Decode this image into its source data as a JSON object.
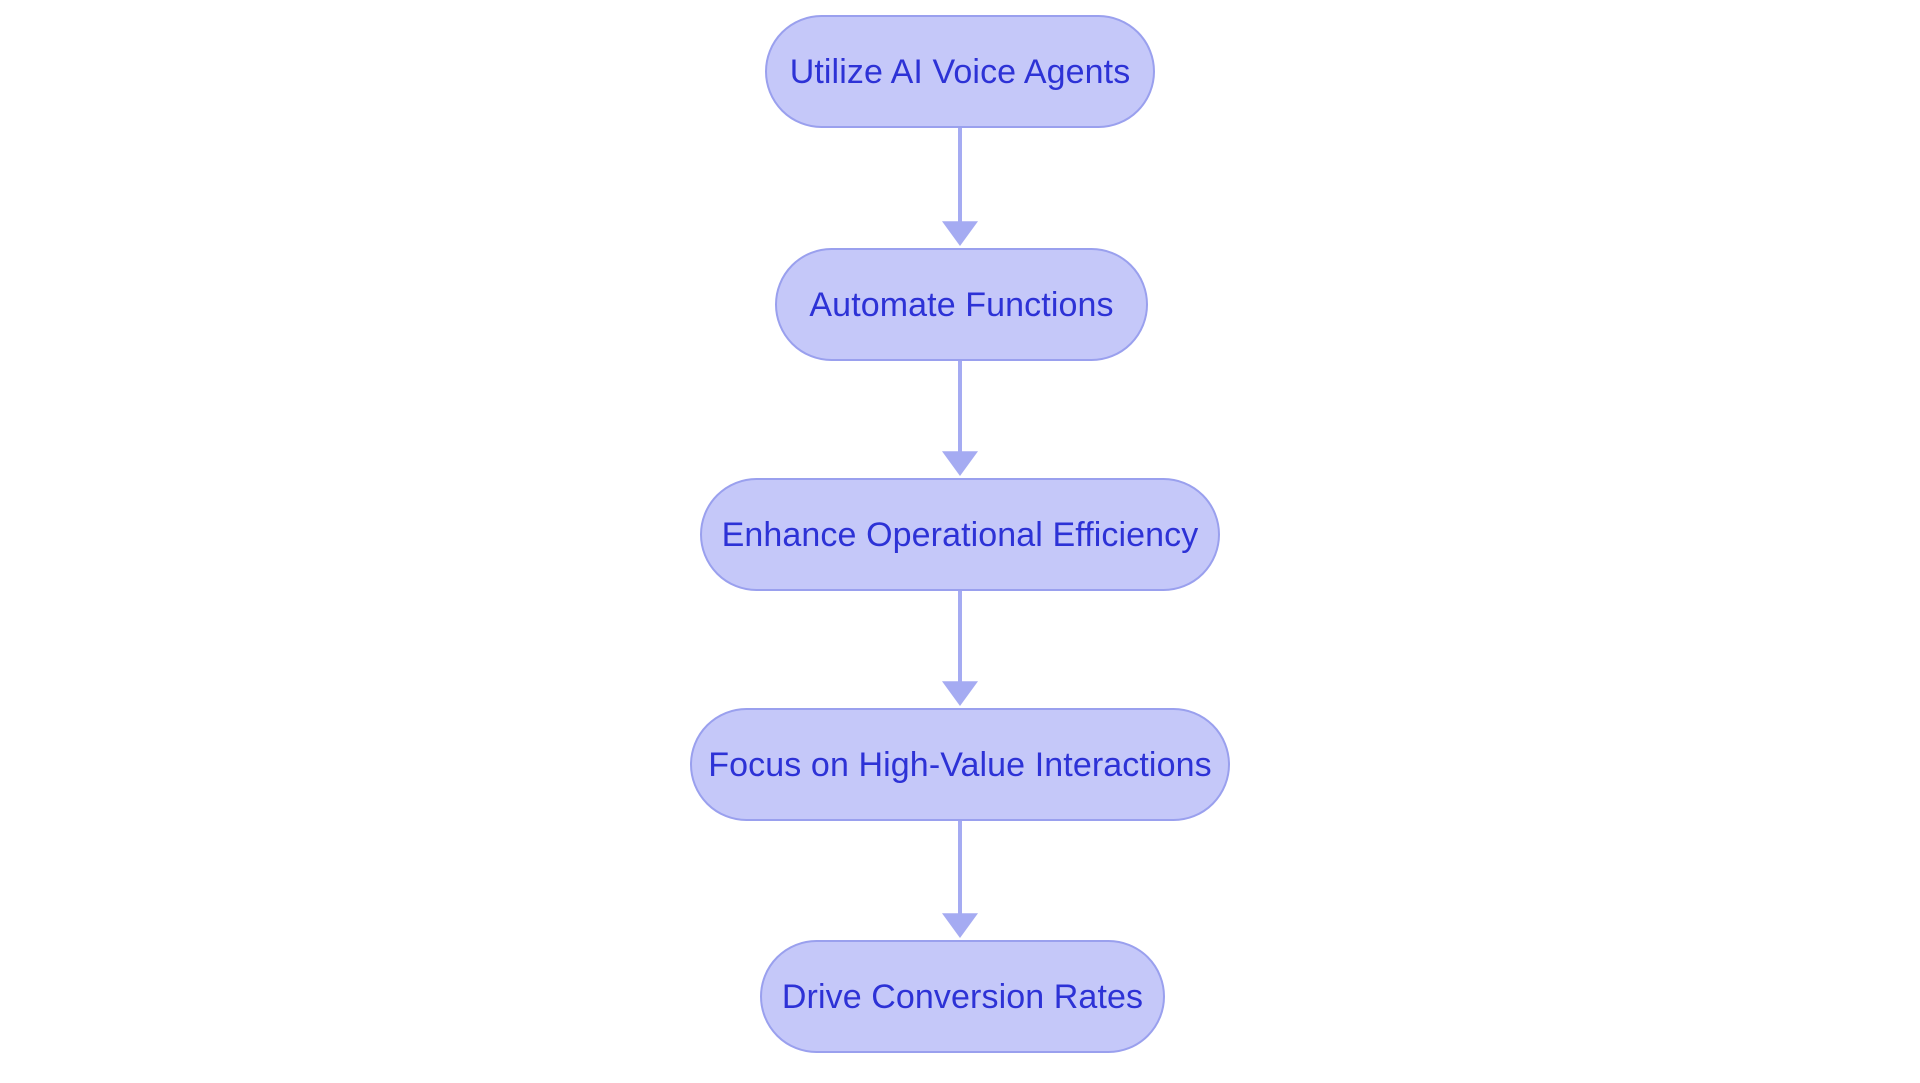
{
  "diagram": {
    "type": "flowchart",
    "orientation": "vertical-top-to-bottom",
    "background_color": "#ffffff",
    "node_fill_color": "#c5c8f9",
    "node_border_color": "#9aa0ee",
    "node_text_color": "#2d32d6",
    "arrow_color": "#a5abf2",
    "nodes": [
      {
        "id": "n0",
        "label": "Utilize AI Voice Agents"
      },
      {
        "id": "n1",
        "label": "Automate Functions"
      },
      {
        "id": "n2",
        "label": "Enhance Operational Efficiency"
      },
      {
        "id": "n3",
        "label": "Focus on High-Value Interactions"
      },
      {
        "id": "n4",
        "label": "Drive Conversion Rates"
      }
    ],
    "edges": [
      {
        "id": "e0",
        "from": "n0",
        "to": "n1",
        "label": ""
      },
      {
        "id": "e1",
        "from": "n1",
        "to": "n2",
        "label": ""
      },
      {
        "id": "e2",
        "from": "n2",
        "to": "n3",
        "label": ""
      },
      {
        "id": "e3",
        "from": "n3",
        "to": "n4",
        "label": ""
      }
    ]
  }
}
